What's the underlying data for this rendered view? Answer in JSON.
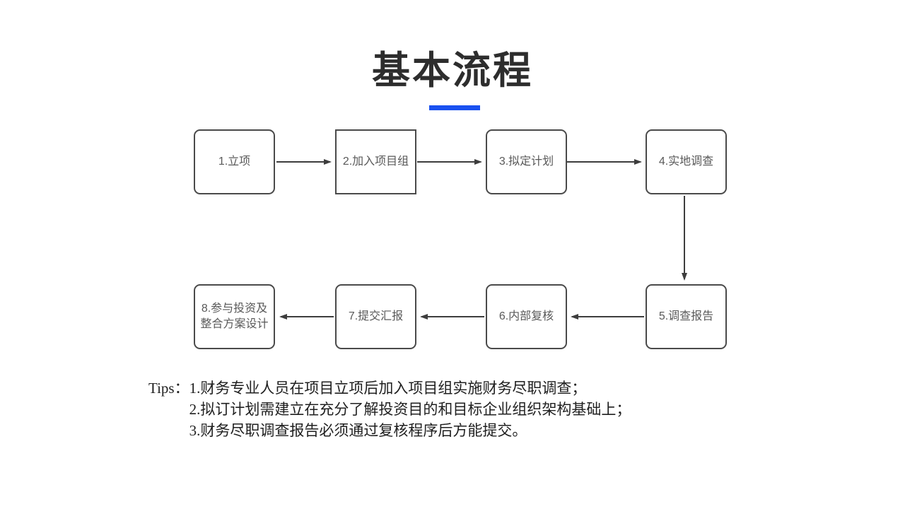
{
  "slide": {
    "title": "基本流程",
    "accent_color": "#1a51f0"
  },
  "flow": {
    "boxes": [
      {
        "label": "1.立项"
      },
      {
        "label": "2.加入项目组"
      },
      {
        "label": "3.拟定计划"
      },
      {
        "label": "4.实地调查"
      },
      {
        "label": "5.调查报告"
      },
      {
        "label": "6.内部复核"
      },
      {
        "label": "7.提交汇报"
      },
      {
        "label": "8.参与投资及\n整合方案设计"
      }
    ],
    "line_color": "#3d3d3d"
  },
  "tips": {
    "label": "Tips：",
    "items": [
      "1.财务专业人员在项目立项后加入项目组实施财务尽职调查；",
      "2.拟订计划需建立在充分了解投资目的和目标企业组织架构基础上；",
      "3.财务尽职调查报告必须通过复核程序后方能提交。"
    ]
  }
}
